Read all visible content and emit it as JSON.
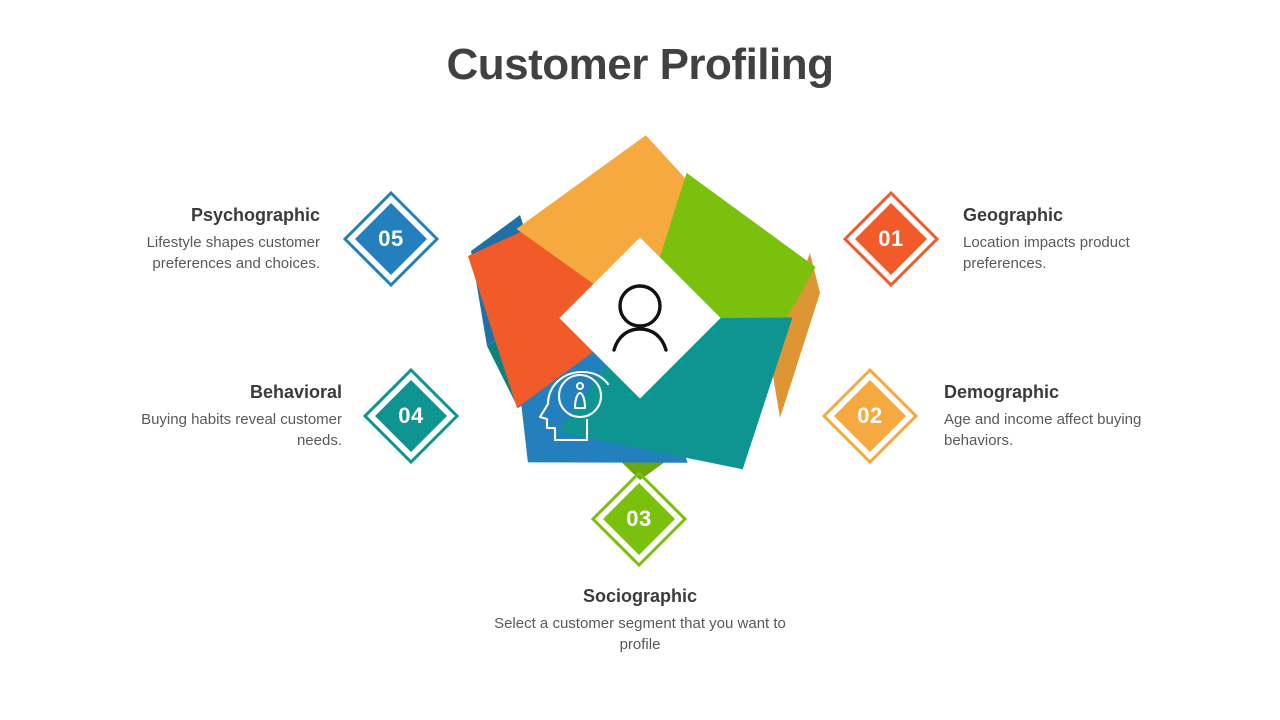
{
  "page": {
    "title": "Customer Profiling",
    "background": "#ffffff"
  },
  "center": {
    "icon": "user-person-icon",
    "fill": "#ffffff"
  },
  "segments": [
    {
      "number": "01",
      "title": "Geographic",
      "description": "Location impacts product preferences.",
      "color": "#f15a29",
      "shadow": "#d84d21",
      "icon": "globe-magnifier-icon",
      "align": "left"
    },
    {
      "number": "02",
      "title": "Demographic",
      "description": "Age and income affect buying behaviors.",
      "color": "#f5a93f",
      "shadow": "#de9634",
      "icon": "chart-map-pin-person-icon",
      "align": "left"
    },
    {
      "number": "03",
      "title": "Sociographic",
      "description": "Select a customer segment that you want to profile",
      "color": "#7ac00d",
      "shadow": "#6aa80b",
      "icon": "line-graph-icon",
      "align": "center"
    },
    {
      "number": "04",
      "title": "Behavioral",
      "description": "Buying habits reveal customer needs.",
      "color": "#0e9491",
      "shadow": "#0c827f",
      "icon": "head-info-icon",
      "align": "right"
    },
    {
      "number": "05",
      "title": "Psychographic",
      "description": "Lifestyle shapes customer preferences and choices.",
      "color": "#2380bc",
      "shadow": "#1f70a5",
      "icon": "head-gear-puzzle-icon",
      "align": "right"
    }
  ]
}
